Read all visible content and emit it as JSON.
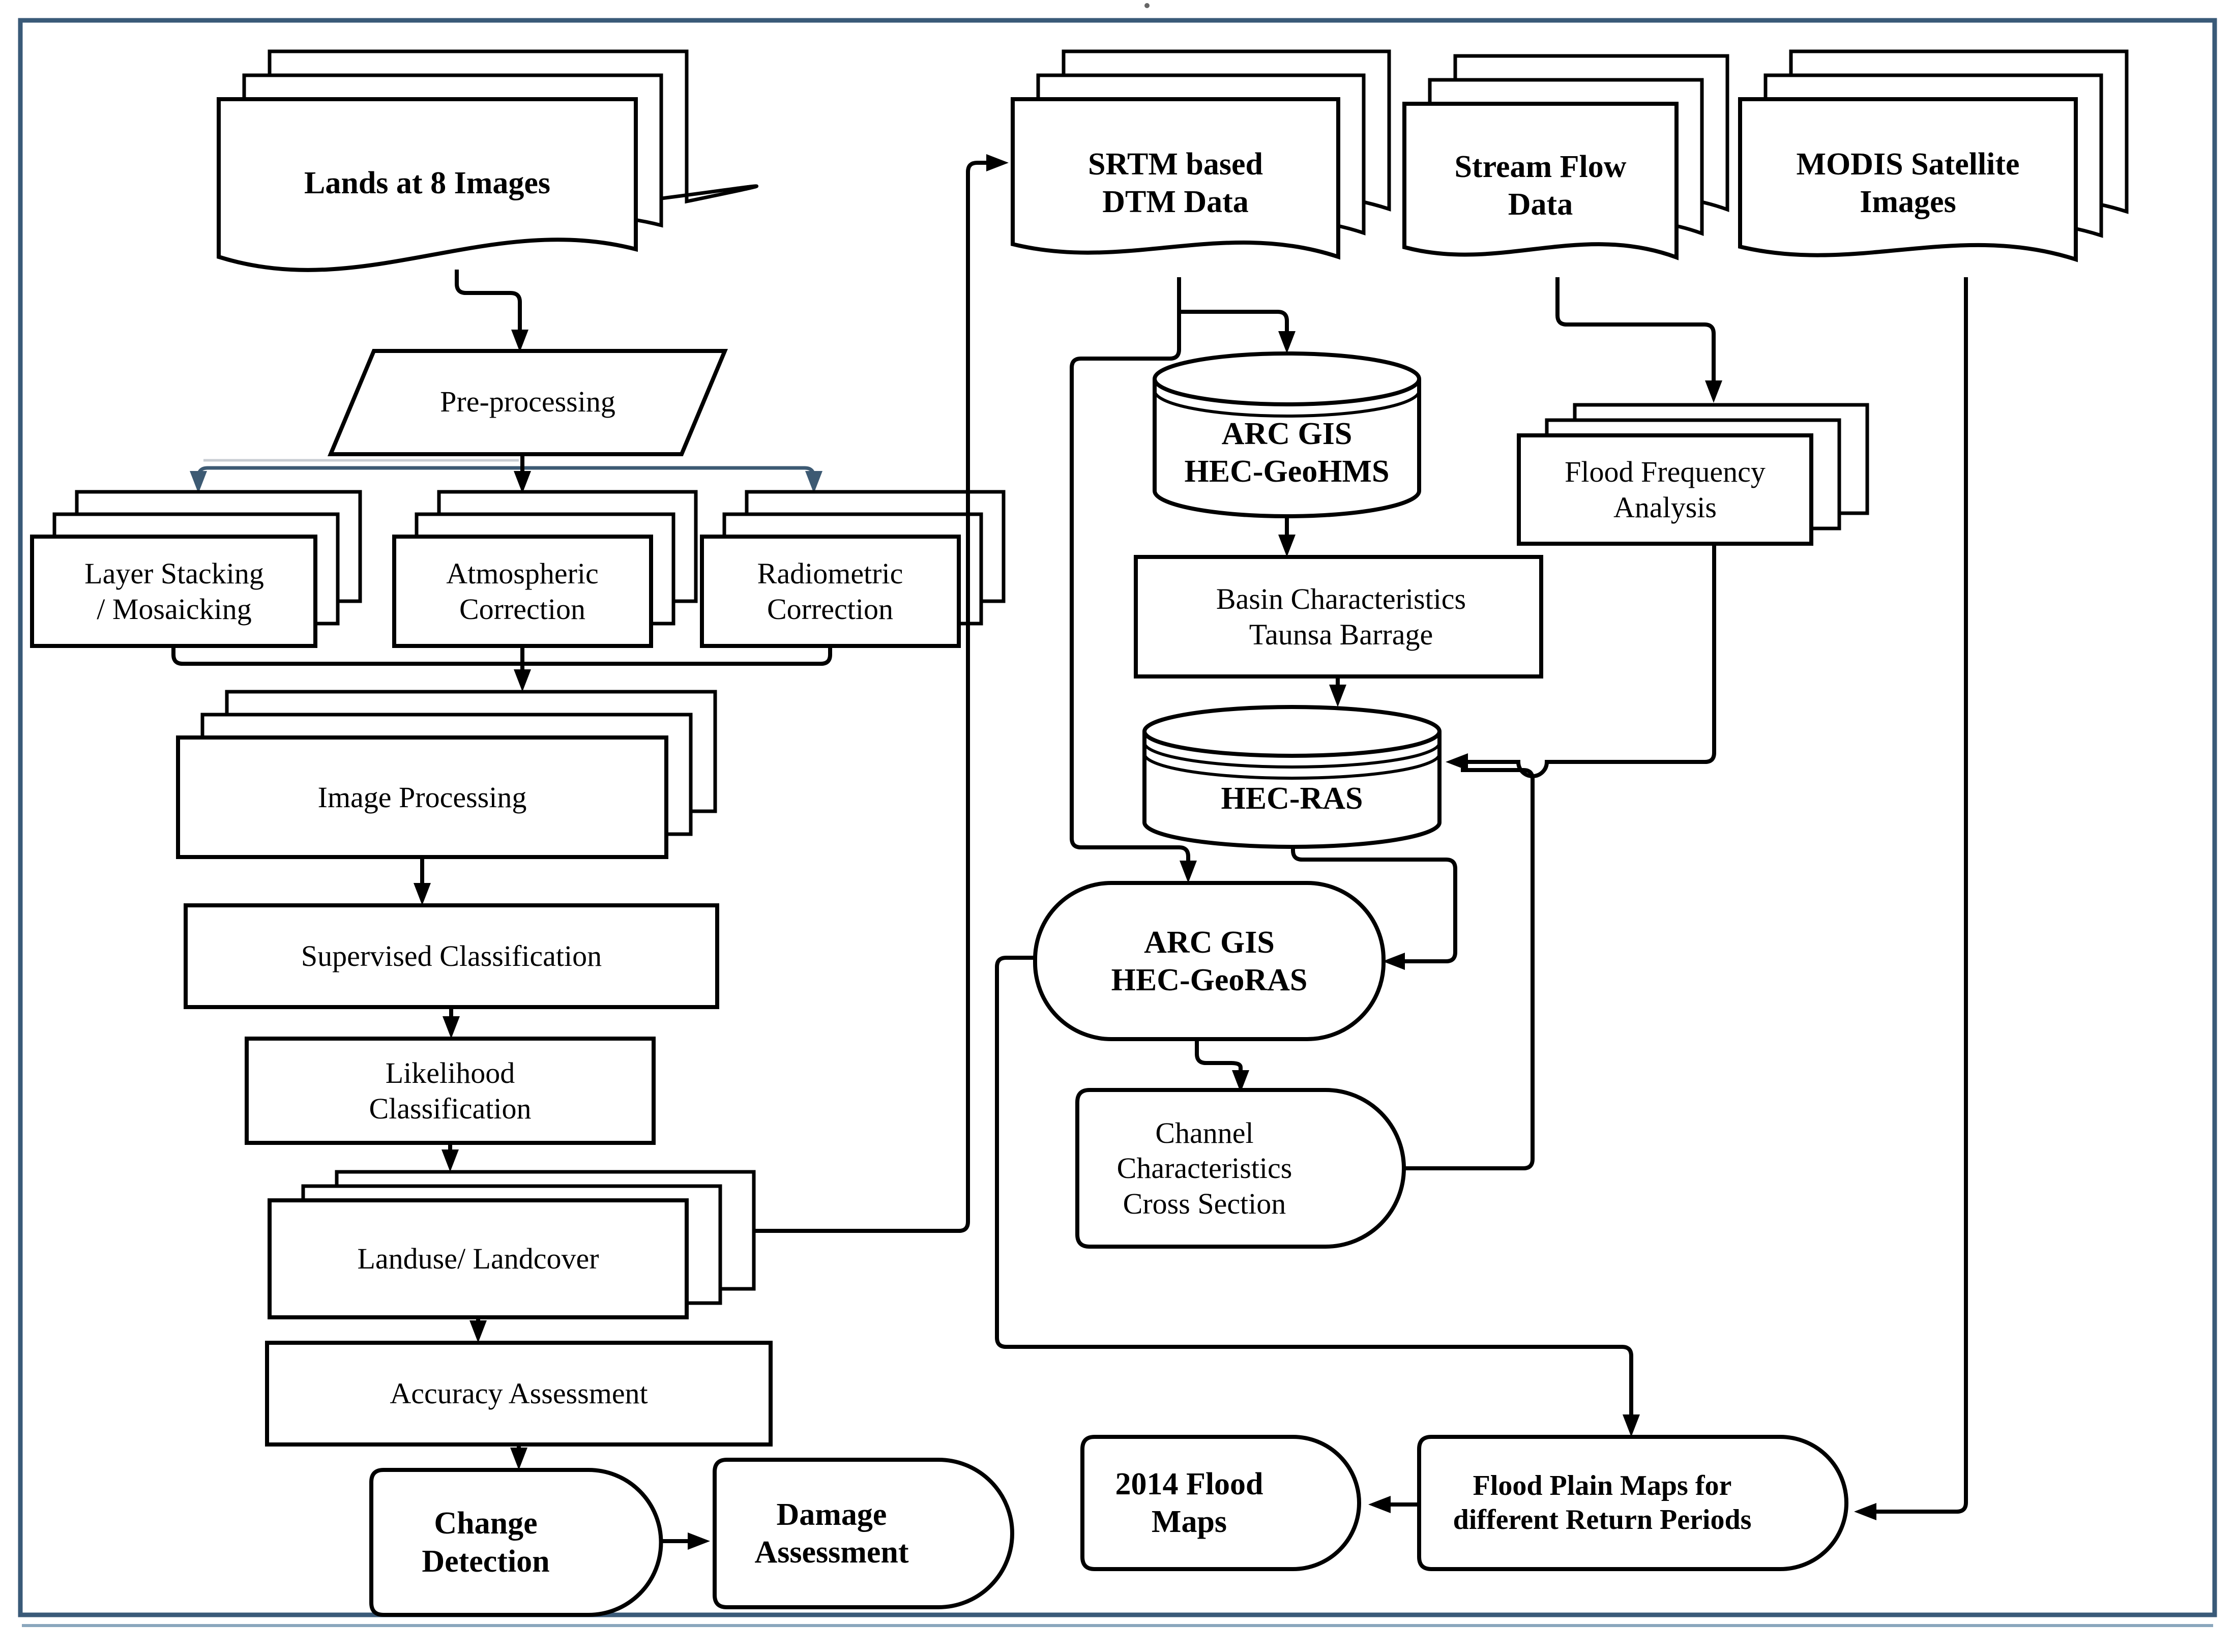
{
  "diagram": {
    "type": "flowchart",
    "topic": "Flood mapping methodology workflow"
  },
  "colors": {
    "background": "#ffffff",
    "border_frame": "#3a5a78",
    "border_frame_light": "#8aa7bd",
    "line": "#000000",
    "branch_line": "#3d5a73",
    "shape_fill": "#ffffff"
  },
  "nodes": {
    "landsat": {
      "label": "Lands at 8 Images",
      "shape": "document-stack"
    },
    "preprocessing": {
      "label": "Pre-processing",
      "shape": "parallelogram"
    },
    "layer_stacking": {
      "label": "Layer Stacking\n/ Mosaicking",
      "shape": "rect-stack"
    },
    "atmospheric": {
      "label": "Atmospheric\nCorrection",
      "shape": "rect-stack"
    },
    "radiometric": {
      "label": "Radiometric\nCorrection",
      "shape": "rect-stack"
    },
    "image_processing": {
      "label": "Image Processing",
      "shape": "rect-stack"
    },
    "supervised": {
      "label": "Supervised Classification",
      "shape": "rect"
    },
    "likelihood": {
      "label": "Likelihood\nClassification",
      "shape": "rect"
    },
    "landuse": {
      "label": "Landuse/ Landcover",
      "shape": "rect-stack"
    },
    "accuracy": {
      "label": "Accuracy Assessment",
      "shape": "rect"
    },
    "change": {
      "label": "Change\nDetection",
      "shape": "delay"
    },
    "damage": {
      "label": "Damage\nAssessment",
      "shape": "delay"
    },
    "srtm": {
      "label": "SRTM based\nDTM Data",
      "shape": "document-stack"
    },
    "streamflow": {
      "label": "Stream Flow\nData",
      "shape": "document-stack"
    },
    "modis": {
      "label": "MODIS Satellite\nImages",
      "shape": "document-stack"
    },
    "hms": {
      "label": "ARC GIS\nHEC-GeoHMS",
      "shape": "cylinder"
    },
    "basin": {
      "label": "Basin Characteristics\nTaunsa Barrage",
      "shape": "rect"
    },
    "hecras": {
      "label": "HEC-RAS",
      "shape": "cylinder"
    },
    "ffa": {
      "label": "Flood Frequency\nAnalysis",
      "shape": "rect-stack"
    },
    "georas": {
      "label": "ARC GIS\nHEC-GeoRAS",
      "shape": "rounded-rect"
    },
    "channel": {
      "label": "Channel\nCharacteristics\nCross Section",
      "shape": "delay"
    },
    "floodplain": {
      "label": "Flood Plain Maps for\ndifferent Return Periods",
      "shape": "delay"
    },
    "maps2014": {
      "label": "2014 Flood\nMaps",
      "shape": "delay"
    }
  },
  "edges": [
    "landsat -> preprocessing",
    "preprocessing -> layer_stacking",
    "preprocessing -> atmospheric",
    "preprocessing -> radiometric",
    "layer_stacking+atmospheric+radiometric -> image_processing",
    "image_processing -> supervised",
    "supervised -> likelihood",
    "likelihood -> landuse",
    "landuse -> accuracy",
    "accuracy -> change",
    "change -> damage",
    "landuse -> srtm",
    "srtm -> hms",
    "srtm -> georas",
    "hms -> basin",
    "basin -> hecras",
    "streamflow -> ffa",
    "ffa -> hecras",
    "channel -> hecras",
    "hecras -> georas",
    "georas -> channel",
    "georas -> floodplain",
    "modis -> floodplain",
    "floodplain -> maps2014"
  ]
}
